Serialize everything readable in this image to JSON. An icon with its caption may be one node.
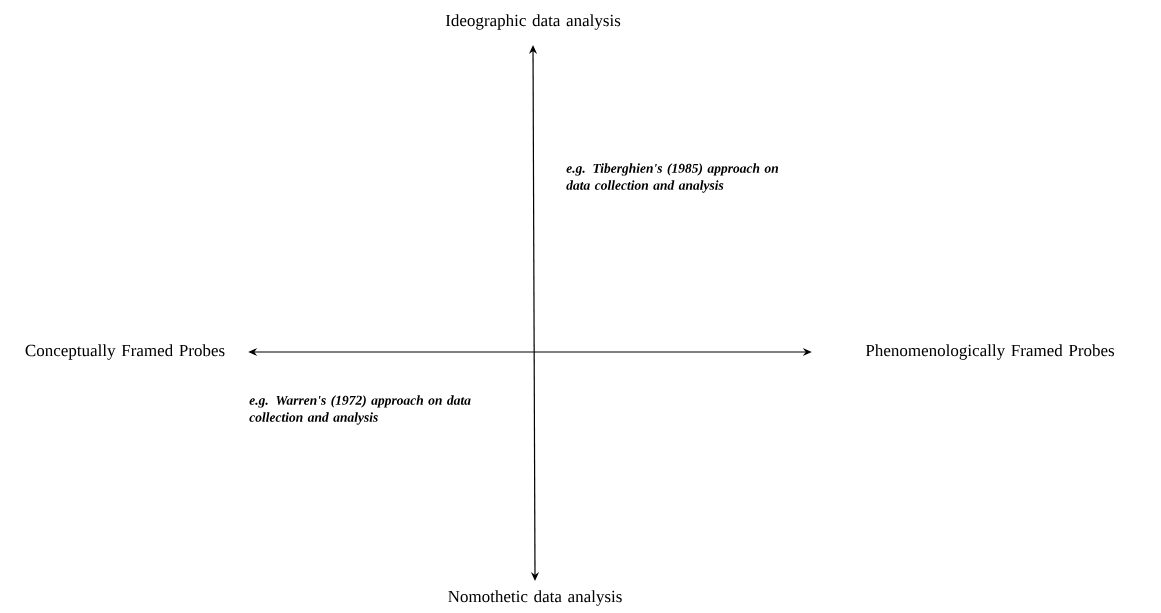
{
  "diagram": {
    "nodes": [
      {
        "text": [
          "Ideographic data analysis"
        ]
      },
      {
        "text": [
          "Nomothetic data analysis"
        ]
      },
      {
        "text": [
          "Conceptually Framed Probes"
        ]
      },
      {
        "text": [
          "Phenomenologically Framed Probes"
        ]
      }
    ],
    "edges": [
      {
        "from": 0,
        "to": 1,
        "arrow": "both"
      },
      {
        "from": 2,
        "to": 3,
        "arrow": "both"
      }
    ],
    "labels": [
      "e.g. Tiberghien's (1985) approach on data collection and analysis",
      "e.g. Warren's (1972) approach on data collection and analysis"
    ]
  }
}
